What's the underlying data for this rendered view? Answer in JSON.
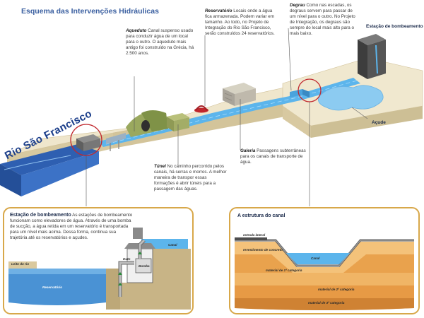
{
  "title": "Esquema das Intervenções Hidráulicas",
  "river_label": "Rio São Francisco",
  "annotations": {
    "aqueduto": {
      "term": "Aqueduto",
      "text": "Canal suspenso usado para conduzir água de um local para o outro. O aqueduto mais antigo foi construído na Grécia, há 2.500 anos."
    },
    "reservatorio": {
      "term": "Reservatório",
      "text": "Locais onde a água fica armazenada. Podem variar em tamanho. Ao todo, no Projeto de Integração do Rio São Francisco, serão construídos 24 reservatórios."
    },
    "degrau": {
      "term": "Degrau",
      "text": "Como nas escadas, os degraus servem para passar de um nível para o outro. No Projeto de Integração, os degraus são sempre do local mais alto para o mais baixo."
    },
    "tunel": {
      "term": "Túnel",
      "text": "No caminho percorrido pelos canais, há serras e morros. A melhor maneira de transpor essas formações é abrir túneis para a passagem das águas."
    },
    "galeria": {
      "term": "Galeria",
      "text": "Passagens subterrâneas para os canais de transporte de água."
    }
  },
  "labels": {
    "estacao_bombeamento": "Estação de bombeamento",
    "acude": "Açude"
  },
  "panel_left": {
    "title": "Estação de bombeamento",
    "text": "As estações de bombeamento funcionam como elevadores de água. Através de uma bomba de sucção, a água retida em um reservatório é transportada para um nível mais acima. Dessa forma, continua sua trajetória até os reservatórios e açudes.",
    "labels": {
      "canal": "Canal",
      "duto": "Duto",
      "bomba": "Bomba",
      "leito": "Leito do rio",
      "reservatorio": "Reservatório"
    }
  },
  "panel_right": {
    "title": "A estrutura do canal",
    "labels": {
      "estrada": "estrada lateral",
      "revestimento": "revestimento de concreto",
      "canal": "Canal",
      "mat1": "material de 1ª categoria",
      "mat2": "material de 2ª categoria",
      "mat3": "material de 3ª categoria"
    }
  },
  "colors": {
    "title": "#3a5fa0",
    "water": "#4aa3dd",
    "ground": "#ece3c8",
    "panel_border": "#d8a84a",
    "callout_ring": "#c0272d"
  }
}
